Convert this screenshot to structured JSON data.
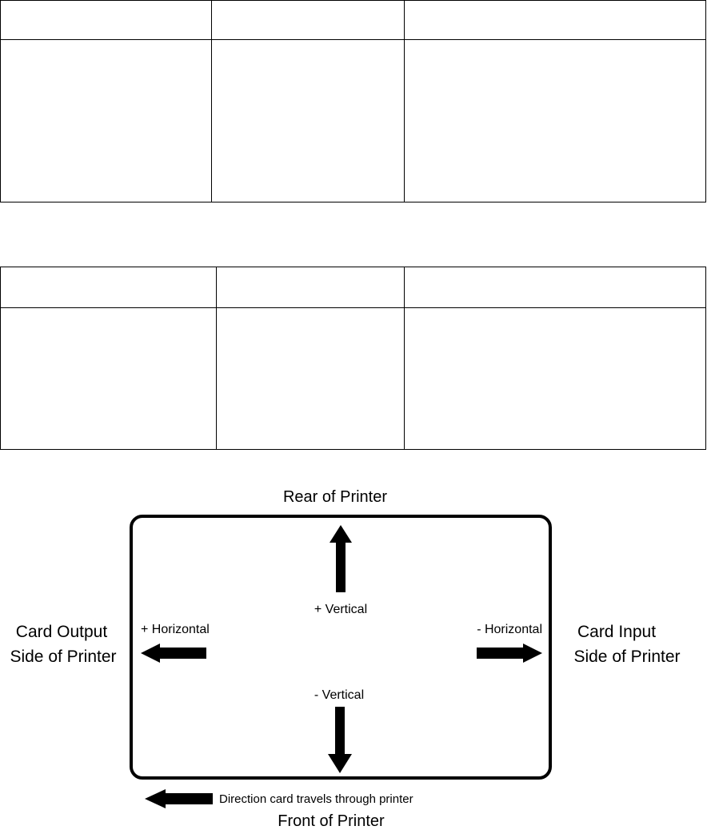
{
  "tables": [
    {
      "columns": [
        "",
        "",
        ""
      ],
      "rows": [
        [
          "",
          "",
          ""
        ]
      ]
    },
    {
      "columns": [
        "",
        "",
        ""
      ],
      "rows": [
        [
          "",
          "",
          ""
        ]
      ]
    }
  ],
  "diagram": {
    "top_label": "Rear of Printer",
    "bottom_label": "Front of Printer",
    "left_label_line1": "Card Output",
    "left_label_line2": "Side of Printer",
    "right_label_line1": "Card Input",
    "right_label_line2": "Side of Printer",
    "up_arrow_label": "+ Vertical",
    "down_arrow_label": "- Vertical",
    "left_arrow_label": "+ Horizontal",
    "right_arrow_label": "- Horizontal",
    "travel_direction_label": "Direction card travels through printer"
  }
}
